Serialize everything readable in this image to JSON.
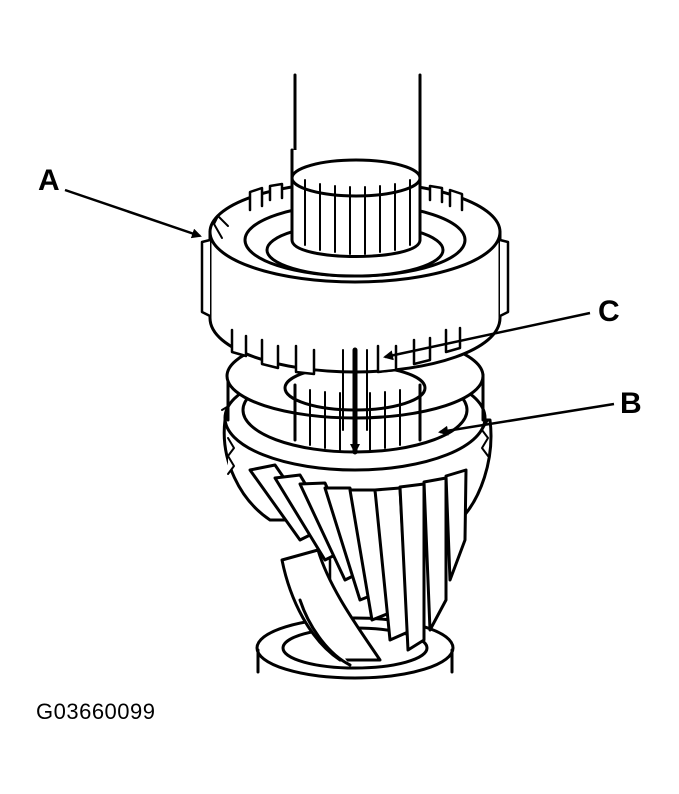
{
  "callouts": {
    "a": "A",
    "b": "B",
    "c": "C"
  },
  "figure_code": "G03660099",
  "colors": {
    "ink": "#000000",
    "paper": "#ffffff"
  }
}
